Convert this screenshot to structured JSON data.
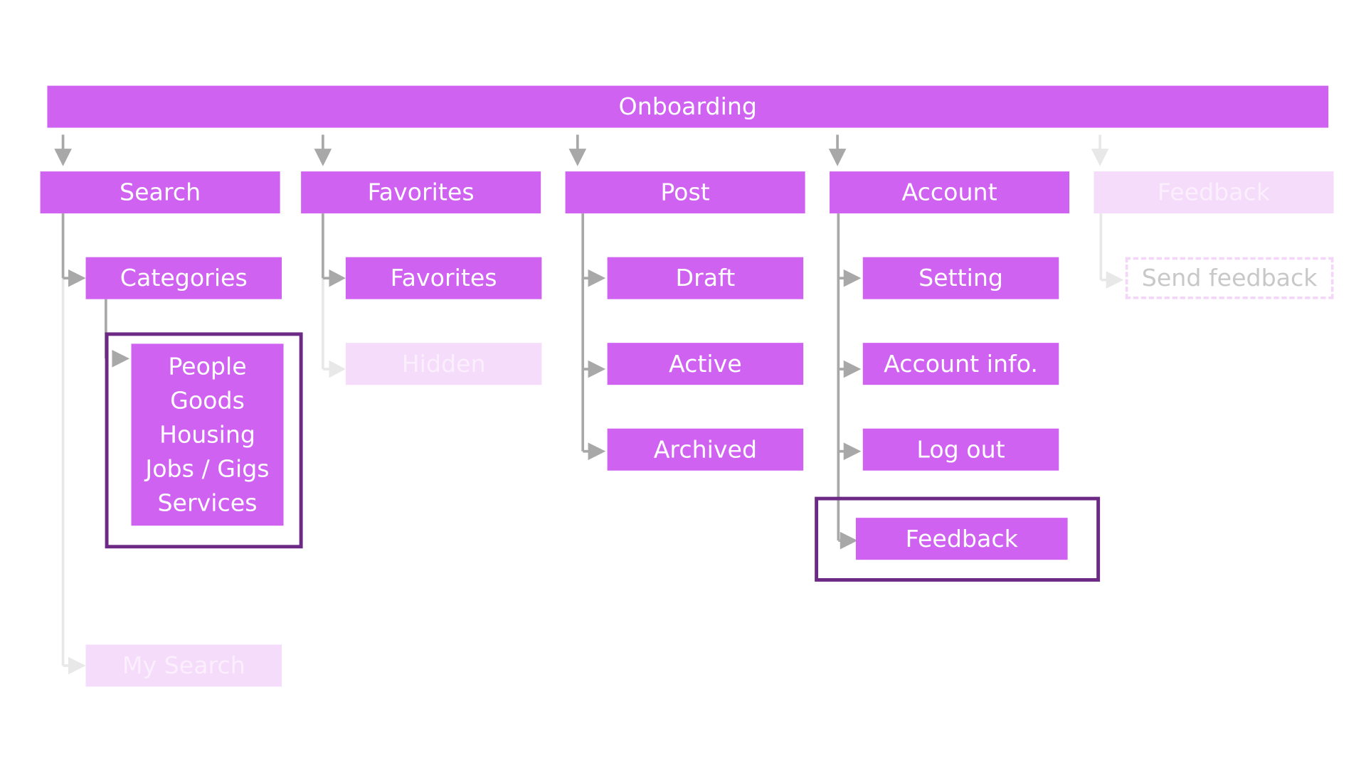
{
  "root": {
    "label": "Onboarding"
  },
  "columns": {
    "search": {
      "label": "Search",
      "categories": "Categories",
      "category_items": [
        "People",
        "Goods",
        "Housing",
        "Jobs / Gigs",
        "Services"
      ],
      "my_search": "My Search"
    },
    "favorites": {
      "label": "Favorites",
      "favorites": "Favorites",
      "hidden": "Hidden"
    },
    "post": {
      "label": "Post",
      "draft": "Draft",
      "active": "Active",
      "archived": "Archived"
    },
    "account": {
      "label": "Account",
      "setting": "Setting",
      "account_info": "Account info.",
      "log_out": "Log out",
      "feedback": "Feedback"
    },
    "feedback": {
      "label": "Feedback",
      "send_feedback": "Send feedback"
    }
  },
  "colors": {
    "node": "#d062f2",
    "node_faded": "#f4dcfa",
    "connector": "#a8a8a8",
    "connector_faded": "#e8e8e8",
    "highlight_border": "#6d2a85"
  }
}
